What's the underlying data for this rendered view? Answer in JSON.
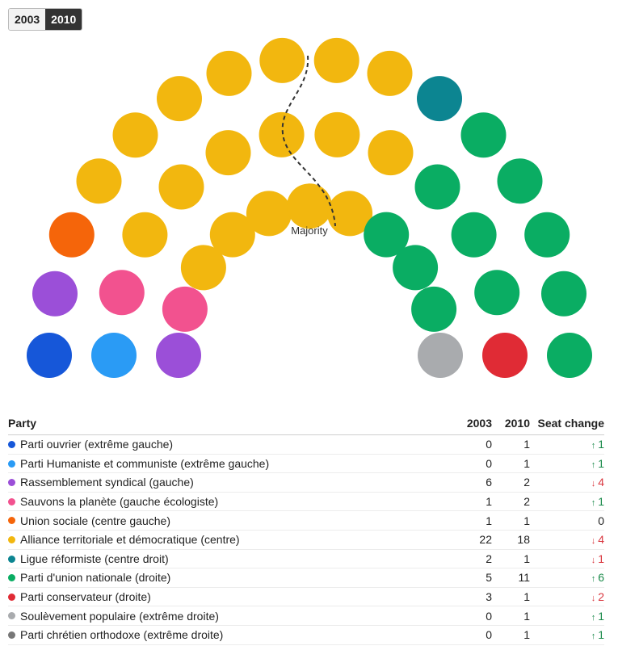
{
  "year_toggle": {
    "options": [
      "2003",
      "2010"
    ],
    "selected": "2010"
  },
  "majority_label": "Majority",
  "table": {
    "headers": {
      "party": "Party",
      "y2003": "2003",
      "y2010": "2010",
      "change": "Seat change"
    }
  },
  "chart_data": {
    "type": "parliament",
    "selected_year": "2010",
    "parties": [
      {
        "name": "Parti ouvrier (extrême gauche)",
        "color": "#1657d9",
        "seats_2003": 0,
        "seats_2010": 1,
        "change": "1",
        "direction": "up"
      },
      {
        "name": "Parti Humaniste et communiste (extrême gauche)",
        "color": "#2a9bf5",
        "seats_2003": 0,
        "seats_2010": 1,
        "change": "1",
        "direction": "up"
      },
      {
        "name": "Rassemblement syndical (gauche)",
        "color": "#9b4fd8",
        "seats_2003": 6,
        "seats_2010": 2,
        "change": "4",
        "direction": "down"
      },
      {
        "name": "Sauvons la planète (gauche écologiste)",
        "color": "#f2528f",
        "seats_2003": 1,
        "seats_2010": 2,
        "change": "1",
        "direction": "up"
      },
      {
        "name": "Union sociale (centre gauche)",
        "color": "#f5650a",
        "seats_2003": 1,
        "seats_2010": 1,
        "change": "0",
        "direction": "none"
      },
      {
        "name": "Alliance territoriale et démocratique (centre)",
        "color": "#f2b70f",
        "seats_2003": 22,
        "seats_2010": 18,
        "change": "4",
        "direction": "down"
      },
      {
        "name": "Ligue réformiste (centre droit)",
        "color": "#0c8591",
        "seats_2003": 2,
        "seats_2010": 1,
        "change": "1",
        "direction": "down"
      },
      {
        "name": "Parti d'union nationale (droite)",
        "color": "#0aad63",
        "seats_2003": 5,
        "seats_2010": 11,
        "change": "6",
        "direction": "up"
      },
      {
        "name": "Parti conservateur (droite)",
        "color": "#e02b35",
        "seats_2003": 3,
        "seats_2010": 1,
        "change": "2",
        "direction": "down"
      },
      {
        "name": "Soulèvement populaire (extrême droite)",
        "color": "#a9abae",
        "seats_2003": 0,
        "seats_2010": 1,
        "change": "1",
        "direction": "up"
      },
      {
        "name": "Parti chrétien orthodoxe (extrême droite)",
        "color": "#777777",
        "seats_2003": 0,
        "seats_2010": 1,
        "change": "1",
        "direction": "up"
      }
    ]
  }
}
